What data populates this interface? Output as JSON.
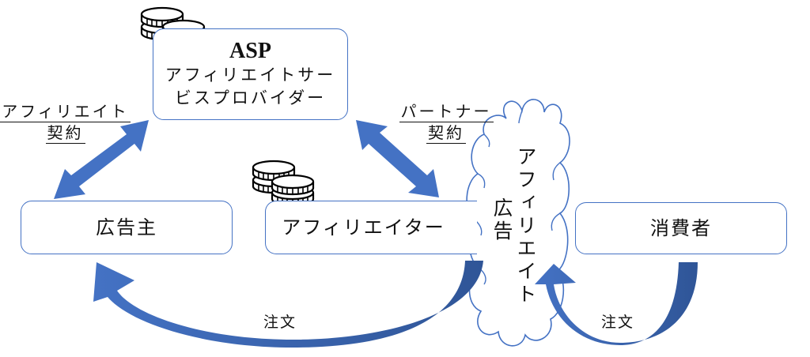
{
  "nodes": {
    "asp": {
      "title": "ASP",
      "subtitle_line1": "アフィリエイトサー",
      "subtitle_line2": "ビスプロバイダー",
      "has_coins": true
    },
    "advertiser": {
      "label": "広告主"
    },
    "affiliater": {
      "label": "アフィリエイター",
      "has_coins": true
    },
    "consumer": {
      "label": "消費者"
    },
    "cloud": {
      "label_col1": "アフィリエイト",
      "label_col2": "広告"
    }
  },
  "edges": {
    "affiliate_contract": {
      "line1": "アフィリエイト",
      "line2": "契約",
      "type": "double-arrow",
      "between": [
        "ASP",
        "広告主"
      ]
    },
    "partner_contract": {
      "line1": "パートナー",
      "line2": "契約",
      "type": "double-arrow",
      "between": [
        "ASP",
        "アフィリエイター"
      ]
    },
    "order_to_advertiser": {
      "label": "注文",
      "type": "curved-arrow",
      "from": "アフィリエイト広告",
      "to": "広告主"
    },
    "order_from_consumer": {
      "label": "注文",
      "type": "curved-arrow",
      "from": "消費者",
      "to": "アフィリエイト広告"
    }
  },
  "icons": {
    "coins": "coin-stack-icon"
  },
  "colors": {
    "box_border": "#4472c4",
    "arrow_fill": "#4472c4",
    "arrow_dark": "#2f5597",
    "text": "#111111"
  }
}
